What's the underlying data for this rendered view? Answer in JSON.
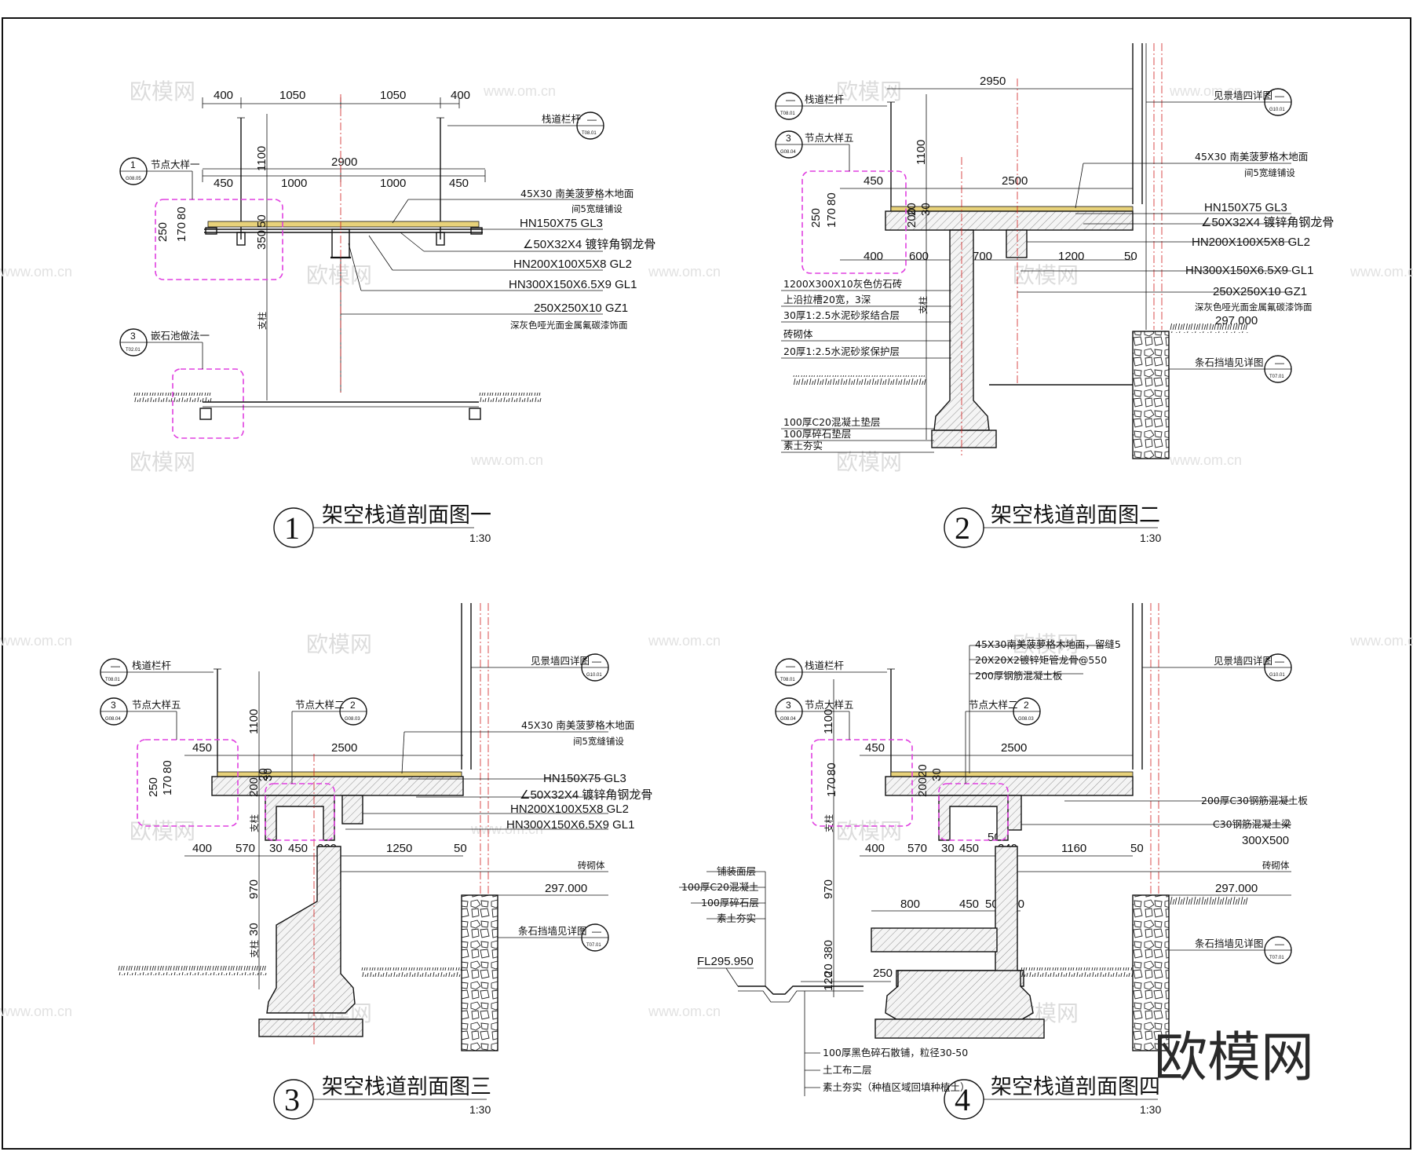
{
  "colors": {
    "detail_box": "#e040e0",
    "axis": "#d02020",
    "deck": "#e8d27a",
    "line": "#111111"
  },
  "watermark": {
    "text": "欧模网",
    "url": "www.om.cn"
  },
  "logo": "欧模网",
  "sections": [
    {
      "num": "1",
      "title": "架空栈道剖面图一",
      "scale": "1:30",
      "dims_top": [
        "400",
        "1050",
        "1050",
        "400"
      ],
      "dims_mid": [
        "450",
        "1000",
        "2900",
        "1000",
        "450"
      ],
      "dims_v": [
        "250",
        "80",
        "170",
        "50",
        "350",
        "1100",
        "支柱"
      ],
      "callouts": [
        {
          "id": "1",
          "sheet": "G08.05",
          "label": "节点大样一"
        },
        {
          "id": "—",
          "sheet": "T08.01",
          "label": "栈道栏杆"
        },
        {
          "id": "3",
          "sheet": "T02.01",
          "label": "嵌石池做法一"
        }
      ],
      "notes": [
        "45X30  南美菠萝格木地面",
        "间5宽缝铺设",
        "HN150X75  GL3",
        "∠50X32X4  镀锌角钢龙骨",
        "HN200X100X5X8  GL2",
        "HN300X150X6.5X9  GL1",
        "250X250X10  GZ1",
        "深灰色哑光面金属氟碳漆饰面"
      ]
    },
    {
      "num": "2",
      "title": "架空栈道剖面图二",
      "scale": "1:30",
      "dims_top": [
        "2950",
        "450",
        "2500",
        "400",
        "600",
        "700",
        "1200",
        "50"
      ],
      "dims_v": [
        "1100",
        "250",
        "80",
        "170",
        "20",
        "200",
        "30",
        "支柱"
      ],
      "callouts": [
        {
          "id": "—",
          "sheet": "T08.01",
          "label": "栈道栏杆"
        },
        {
          "id": "3",
          "sheet": "G08.04",
          "label": "节点大样五"
        },
        {
          "id": "—",
          "sheet": "G10.01",
          "label": "见景墙四详图"
        },
        {
          "id": "—",
          "sheet": "T07.01",
          "label": "条石挡墙见详图"
        }
      ],
      "notes_right": [
        "45X30  南美菠萝格木地面",
        "间5宽缝铺设",
        "HN150X75  GL3",
        "∠50X32X4  镀锌角钢龙骨",
        "HN200X100X5X8  GL2",
        "HN300X150X6.5X9  GL1",
        "250X250X10  GZ1",
        "深灰色哑光面金属氟碳漆饰面",
        "297.000"
      ],
      "notes_left": [
        "1200X300X10灰色仿石砖",
        "上沿拉槽20宽，3深",
        "30厚1:2.5水泥砂浆结合层",
        "砖砌体",
        "20厚1:2.5水泥砂浆保护层",
        "100厚C20混凝土垫层",
        "100厚碎石垫层",
        "素土夯实"
      ]
    },
    {
      "num": "3",
      "title": "架空栈道剖面图三",
      "scale": "1:30",
      "dims_top": [
        "450",
        "2500",
        "400",
        "570",
        "30",
        "450",
        "200",
        "1250",
        "50"
      ],
      "dims_v": [
        "1100",
        "250",
        "80",
        "170",
        "20",
        "200",
        "30",
        "970",
        "30",
        "支柱"
      ],
      "callouts": [
        {
          "id": "—",
          "sheet": "T08.01",
          "label": "栈道栏杆"
        },
        {
          "id": "3",
          "sheet": "G08.04",
          "label": "节点大样五"
        },
        {
          "id": "2",
          "sheet": "G08.03",
          "label": "节点大样二"
        },
        {
          "id": "—",
          "sheet": "G10.01",
          "label": "见景墙四详图"
        },
        {
          "id": "—",
          "sheet": "T07.01",
          "label": "条石挡墙见详图"
        }
      ],
      "notes": [
        "45X30  南美菠萝格木地面",
        "间5宽缝铺设",
        "HN150X75  GL3",
        "∠50X32X4  镀锌角钢龙骨",
        "HN200X100X5X8  GL2",
        "HN300X150X6.5X9  GL1",
        "砖砌体",
        "297.000"
      ]
    },
    {
      "num": "4",
      "title": "架空栈道剖面图四",
      "scale": "1:30",
      "dims_top": [
        "450",
        "2500",
        "400",
        "570",
        "30",
        "450",
        "50",
        "240",
        "1160",
        "50",
        "800",
        "450",
        "50",
        "400",
        "250"
      ],
      "dims_v": [
        "1100",
        "80",
        "170",
        "20",
        "200",
        "30",
        "970",
        "380",
        "20",
        "120",
        "支柱"
      ],
      "callouts": [
        {
          "id": "—",
          "sheet": "T08.01",
          "label": "栈道栏杆"
        },
        {
          "id": "3",
          "sheet": "G08.04",
          "label": "节点大样五"
        },
        {
          "id": "2",
          "sheet": "G08.03",
          "label": "节点大样二"
        },
        {
          "id": "—",
          "sheet": "G10.01",
          "label": "见景墙四详图"
        },
        {
          "id": "—",
          "sheet": "T07.01",
          "label": "条石挡墙见详图"
        }
      ],
      "notes_top": [
        "45X30南美菠萝格木地面，留缝5",
        "20X20X2镀锌矩管龙骨@550",
        "200厚钢筋混凝土板"
      ],
      "notes_right": [
        "200厚C30钢筋混凝土板",
        "C30钢筋混凝土梁",
        "300X500",
        "砖砌体",
        "297.000"
      ],
      "notes_left": [
        "铺装面层",
        "100厚C20混凝土",
        "100厚碎石层",
        "素土夯实",
        "FL295.950"
      ],
      "notes_bottom": [
        "100厚黑色碎石散铺，粒径30-50",
        "土工布二层",
        "素土夯实（种植区域回填种植土）"
      ]
    }
  ]
}
